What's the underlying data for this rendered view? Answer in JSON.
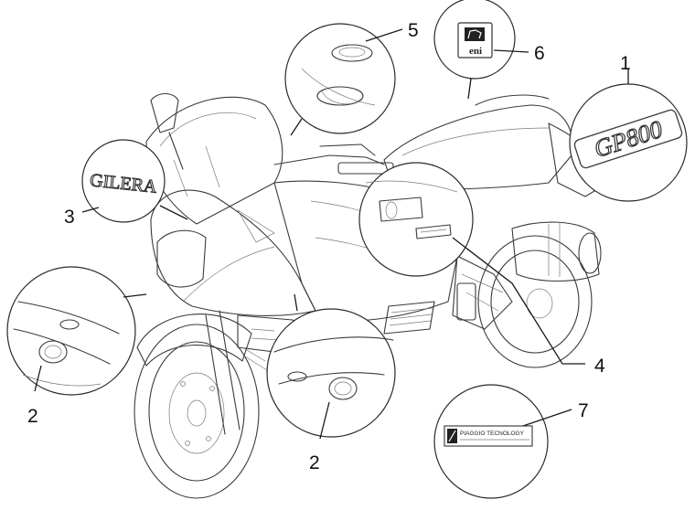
{
  "parts": [
    {
      "number": "1"
    },
    {
      "number": "2"
    },
    {
      "number": "3"
    },
    {
      "number": "4"
    },
    {
      "number": "5"
    },
    {
      "number": "6"
    },
    {
      "number": "2"
    },
    {
      "number": "7"
    }
  ],
  "badges": {
    "gp800": "GP800",
    "gilera": "GILERA",
    "eni": "eni",
    "piaggio": "PIAGGIO TECNOLOGY"
  },
  "colors": {
    "ink": "#3a3a3a",
    "background": "#ffffff"
  }
}
